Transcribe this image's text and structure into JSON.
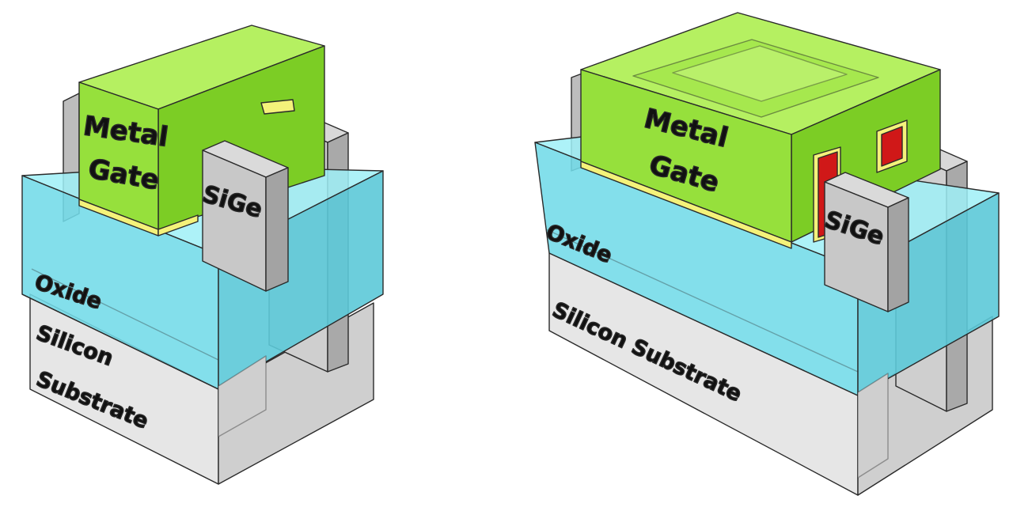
{
  "diagrams": [
    {
      "labels": {
        "gate_line1": "Metal",
        "gate_line2": "Gate",
        "sige": "SiGe",
        "oxide": "Oxide",
        "substrate_line1": "Silicon",
        "substrate_line2": "Substrate"
      }
    },
    {
      "labels": {
        "gate_line1": "Metal",
        "gate_line2": "Gate",
        "sige": "SiGe",
        "oxide": "Oxide",
        "substrate": "Silicon Substrate"
      }
    }
  ],
  "colors": {
    "metal_gate": "#8ee02a",
    "oxide": "#7ee0ec",
    "silicon": "#e3e3e3",
    "fin": "#cdcdcd",
    "gate_dielectric": "#f4f27a",
    "sige_liner": "#d01818"
  }
}
